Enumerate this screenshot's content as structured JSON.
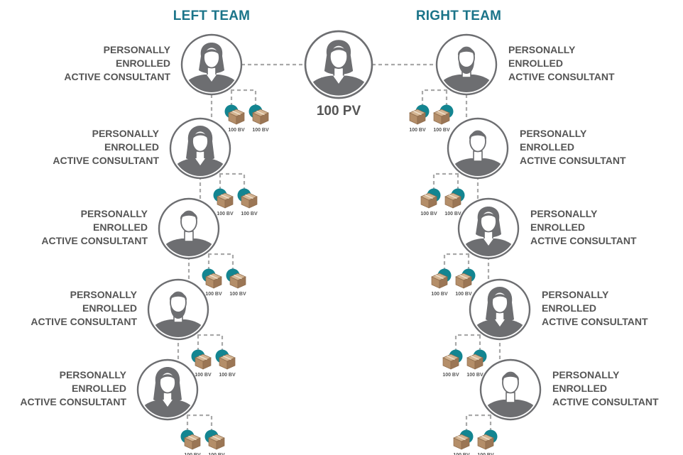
{
  "left_team_title": "LEFT TEAM",
  "right_team_title": "RIGHT TEAM",
  "center": {
    "pv_label": "100 PV",
    "avatar": "female-avatar-icon"
  },
  "consultant_label": [
    "PERSONALLY",
    "ENROLLED",
    "ACTIVE CONSULTANT"
  ],
  "customer_bv_label": "100 BV",
  "left_team": [
    {
      "avatar": "female-avatar-icon"
    },
    {
      "avatar": "female-long-hair-avatar-icon"
    },
    {
      "avatar": "male-avatar-icon"
    },
    {
      "avatar": "male-bearded-avatar-icon"
    },
    {
      "avatar": "female-long-hair-avatar-icon"
    }
  ],
  "right_team": [
    {
      "avatar": "male-bearded-avatar-icon"
    },
    {
      "avatar": "male-avatar-icon"
    },
    {
      "avatar": "female-avatar-icon"
    },
    {
      "avatar": "female-long-hair-avatar-icon"
    },
    {
      "avatar": "male-avatar-icon"
    }
  ],
  "colors": {
    "title": "#1b7489",
    "text": "#555555",
    "avatar": "#6d6e71",
    "connector": "#a9a9a9",
    "customer_dot": "#138591",
    "box": "#b48e69"
  }
}
